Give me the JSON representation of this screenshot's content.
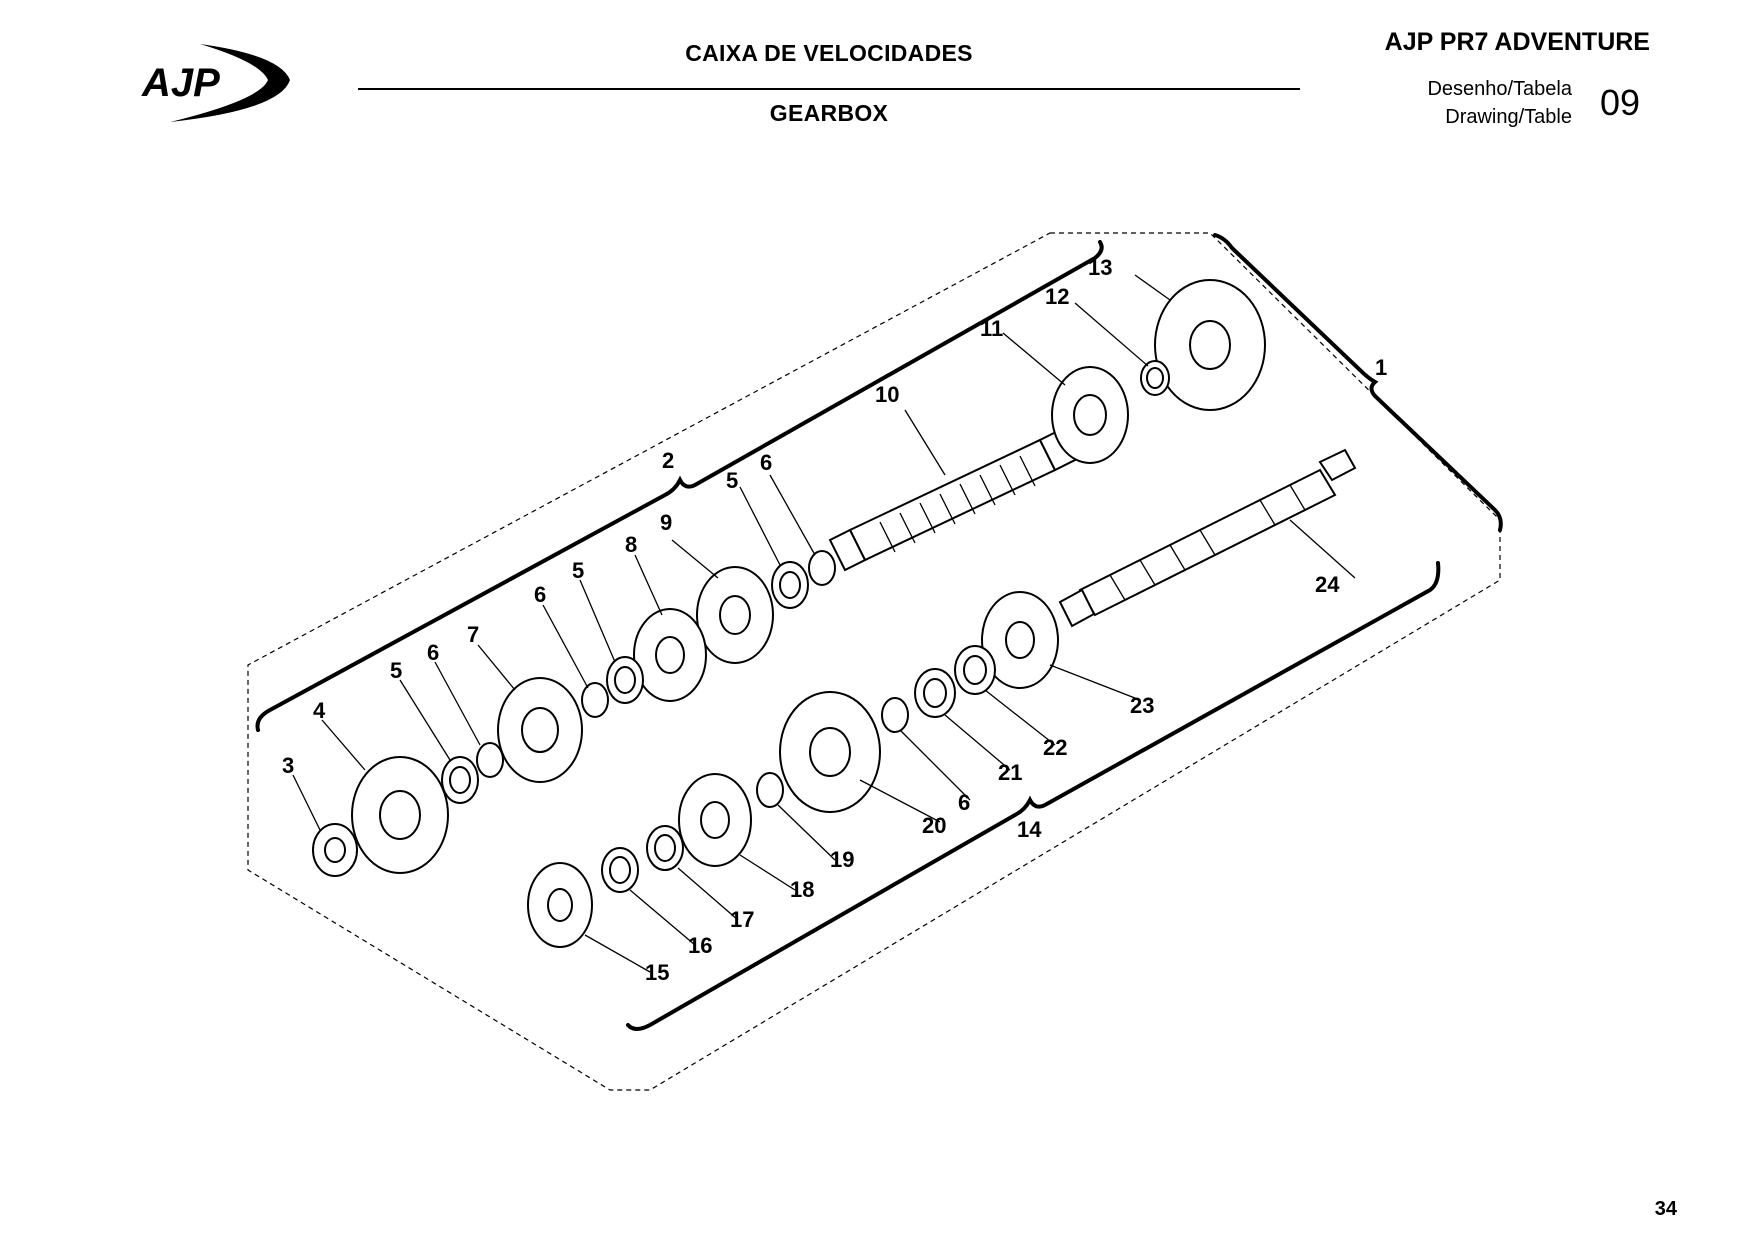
{
  "header": {
    "title_pt": "CAIXA DE VELOCIDADES",
    "title_en": "GEARBOX",
    "model": "AJP PR7 ADVENTURE",
    "sheet_label_pt": "Desenho/Tabela",
    "sheet_label_en": "Drawing/Table",
    "sheet_number": "09"
  },
  "logo": {
    "text": "AJP"
  },
  "page_number": "34",
  "callouts": [
    "1",
    "2",
    "3",
    "4",
    "5",
    "6",
    "7",
    "5",
    "6",
    "8",
    "9",
    "5",
    "6",
    "10",
    "11",
    "12",
    "13",
    "14",
    "15",
    "16",
    "17",
    "18",
    "19",
    "20",
    "6",
    "21",
    "22",
    "23",
    "24"
  ]
}
